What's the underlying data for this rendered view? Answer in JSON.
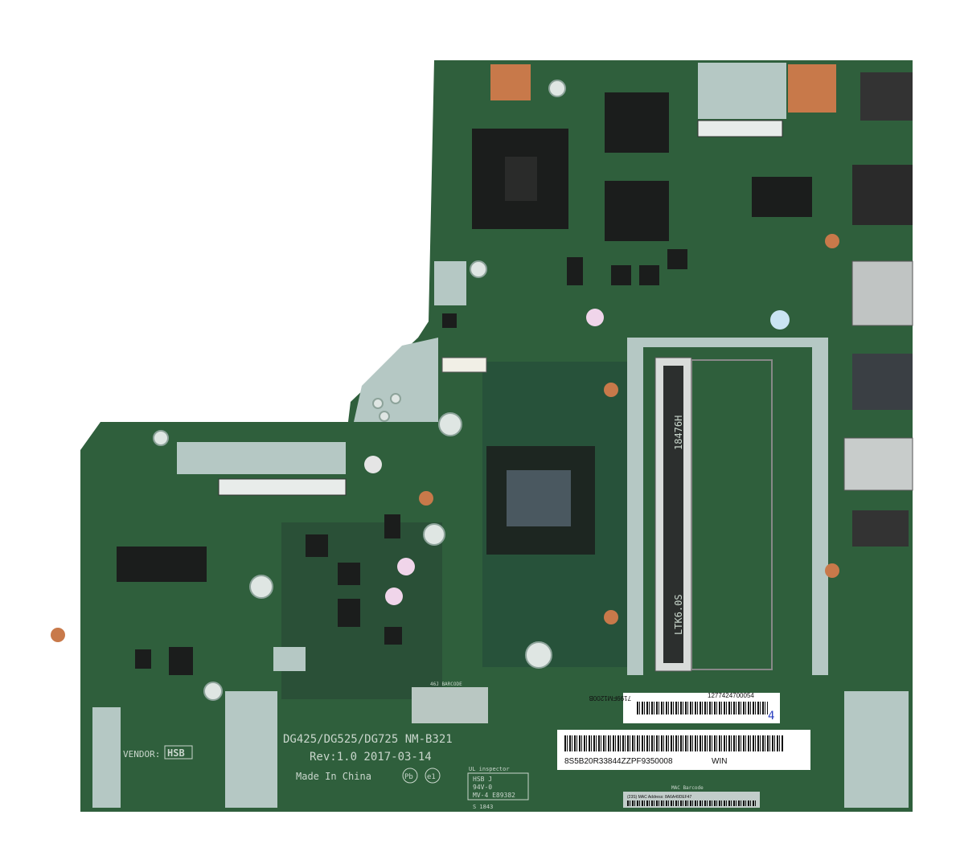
{
  "board": {
    "model": "DG425/DG525/DG725 NM-B321",
    "revision": "Rev:1.0 2017-03-14",
    "origin": "Made In China",
    "vendor_label": "VENDOR:",
    "vendor": "HSB",
    "pb_free_mark": "Pb",
    "e1_mark": "e1"
  },
  "ul_box": {
    "title": "UL inspector",
    "line1": "HSB J",
    "line2": "94V-0",
    "line3": "MV-4  E89382",
    "date": "S 1843"
  },
  "labels": {
    "barcode_46j": "46J BARCODE",
    "sn_label_top": "7199FM1200B",
    "sn_label_top2": "1277424700054",
    "handwritten": "4",
    "fru_label": "8S5B20R33844ZZPF9350008",
    "fru_os": "WIN",
    "mac_title": "MAC Barcode",
    "mac_text": "(23S) MAC Address: 8A6A49DEF47",
    "dimm_mark": "LTK6.0S",
    "dimm_code": "18476H"
  },
  "colors": {
    "pcb": "#2f5f3c",
    "pcb_dark": "#1f3b2a",
    "mask_free": "#b5c8c4",
    "chip": "#1b1d1c",
    "copper": "#c8794a"
  }
}
